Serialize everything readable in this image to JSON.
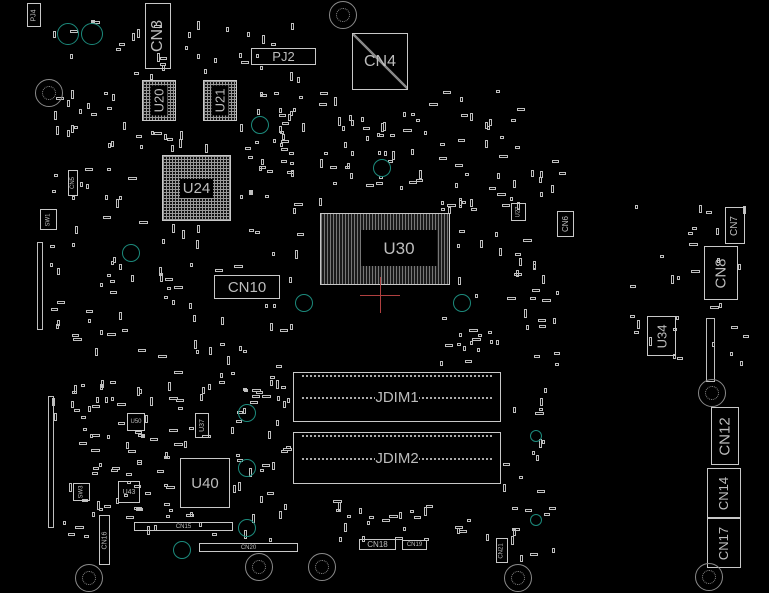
{
  "board": {
    "components": {
      "PJ4": "PJ4",
      "CN3": "CN3",
      "PJ2": "PJ2",
      "CN4": "CN4",
      "U20": "U20",
      "U21": "U21",
      "U24": "U24",
      "CN5": "CN5",
      "SW1": "SW1",
      "U30": "U30",
      "CN10": "CN10",
      "CN6": "CN6",
      "U27": "U27",
      "CN7": "CN7",
      "CN8": "CN8",
      "U34": "U34",
      "JDIM1": "JDIM1",
      "JDIM2": "JDIM2",
      "U50": "U50",
      "U37": "U37",
      "U40": "U40",
      "U43": "U43",
      "SW3": "SW3",
      "CN16": "CN16",
      "CN15": "CN15",
      "CN20": "CN20",
      "CN18": "CN18",
      "CN19": "CN19",
      "CN21": "CN21",
      "CN12": "CN12",
      "CN14": "CN14",
      "CN17": "CN17"
    },
    "colors": {
      "background": "#000000",
      "outline": "#c8c8c8",
      "via_ring": "#1c8a7c",
      "cursor": "#b04040"
    }
  }
}
